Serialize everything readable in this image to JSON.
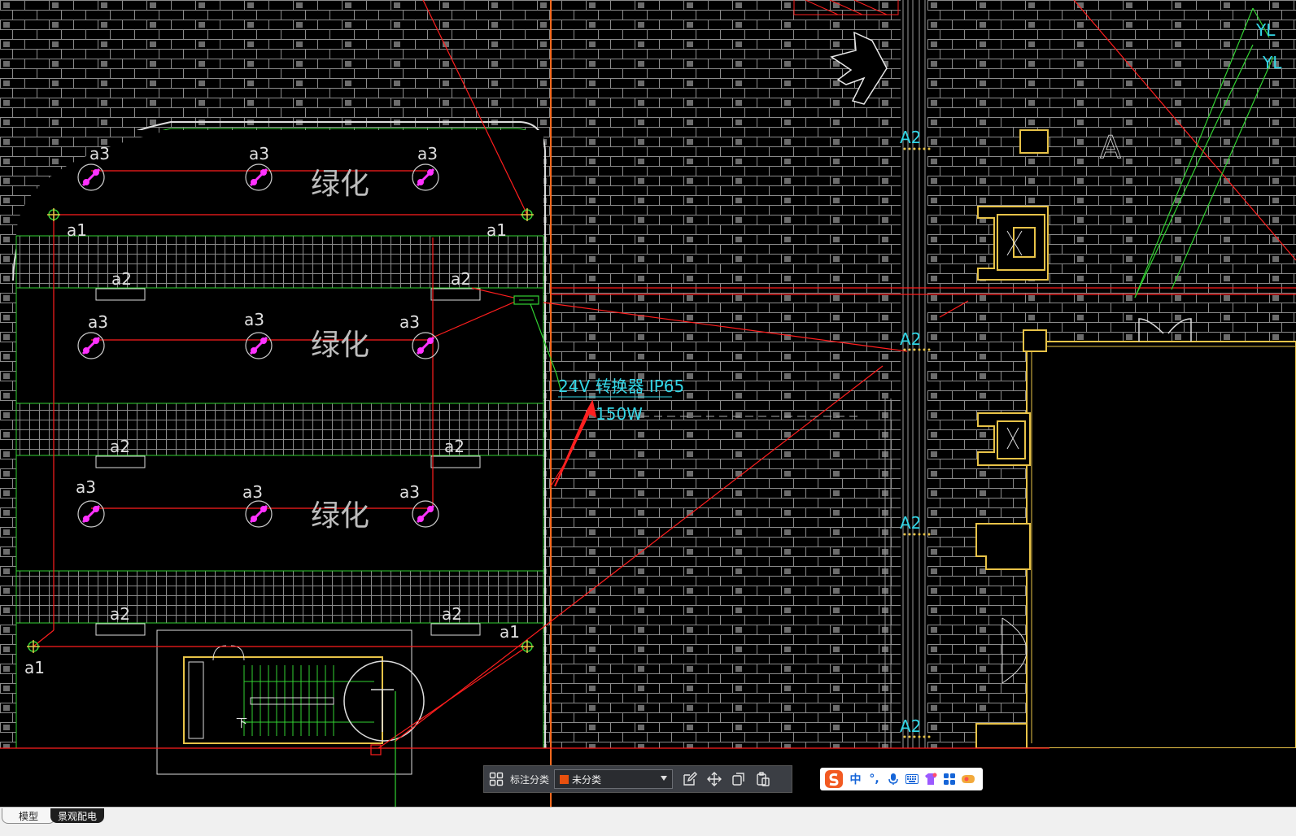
{
  "labels": {
    "green": "绿化",
    "a1": "a1",
    "a2": "a2",
    "a3": "a3",
    "A2": "A2",
    "A": "A",
    "down": "下",
    "converter": "24V 转换器 IP65",
    "power": "150W",
    "yl1": "YL",
    "yl2": "YL"
  },
  "toolbar": {
    "grid_icon": "grid-icon",
    "category_label": "标注分类",
    "dropdown_value": "未分类",
    "dropdown_color": "#e8500e",
    "edit_icon": "edit-icon",
    "move_icon": "move-icon",
    "copy_icon": "copy-icon",
    "paste_icon": "paste-icon"
  },
  "ime": {
    "logo": "sogou-logo-icon",
    "lang": "中",
    "punct": "°,",
    "mic": "mic-icon",
    "keyboard": "keyboard-icon",
    "skin": "skin-icon",
    "apps": "apps-icon",
    "tools": "tools-icon"
  },
  "tabs": {
    "model": "模型",
    "layout": "景观配电"
  },
  "colors": {
    "red": "#ff1e1e",
    "green": "#32d232",
    "magenta": "#ff32ff",
    "cyan": "#33d6e6",
    "yellow": "#e8c348",
    "orange": "#ff6a1e",
    "grid": "#7a7a7a"
  }
}
